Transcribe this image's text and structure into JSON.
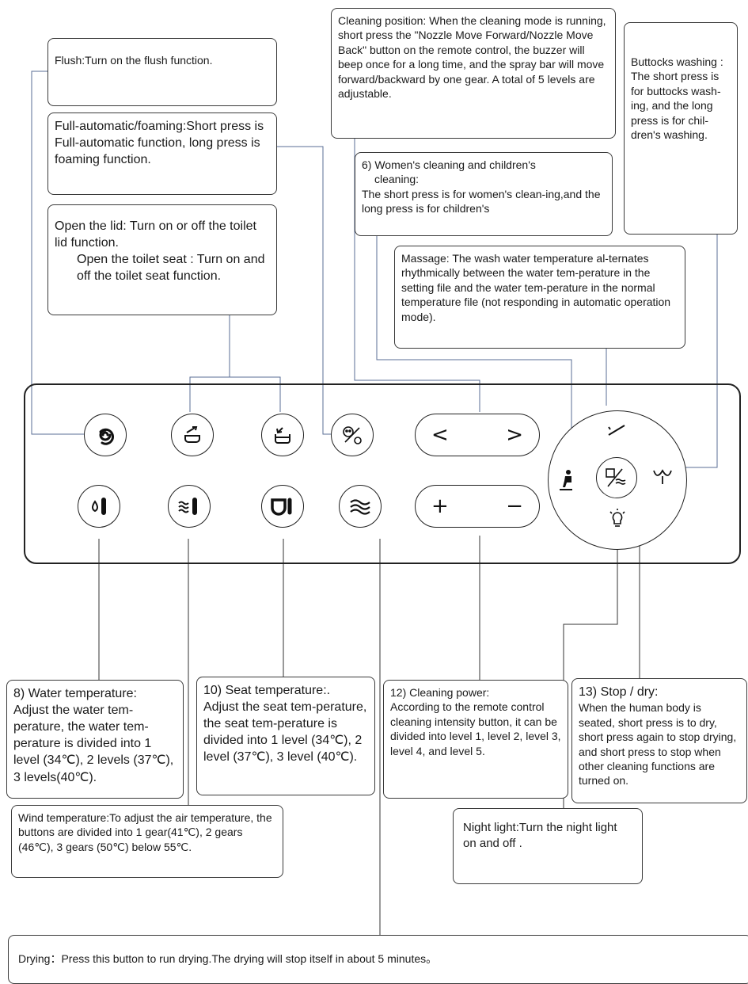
{
  "callouts": {
    "flush": "Flush:Turn on the flush function.",
    "full_auto": "Full-automatic/foaming:Short press is Full-automatic function, long press is foaming function.",
    "open_lid": "Open the lid:  Turn on or off the toilet lid function.",
    "open_seat": "Open the toilet seat :  Turn on and off the toilet seat function.",
    "cleaning_position": "Cleaning position:  When the cleaning mode is running, short press the \"Nozzle Move Forward/Nozzle Move Back\" button on the remote control, the buzzer will beep once for a long time, and the spray bar will move forward/backward by one gear. A total of 5 levels are adjustable.",
    "women_title": "6)  Women's cleaning and children's",
    "women_title2": "cleaning:",
    "women_body": "The short press is for women's clean-ing,and the long press is for children's",
    "buttocks": "Buttocks washing : The short press is for buttocks wash-ing, and the long press is for chil-dren's washing.",
    "massage": "Massage: The wash water temperature al-ternates rhythmically between the water tem-perature in the setting file and the water tem-perature in the normal temperature file (not responding in automatic operation mode).",
    "water_temp_title": "8) Water temperature:",
    "water_temp_body": "Adjust the water tem-perature, the water tem-perature is divided into 1 level (34℃), 2 levels (37℃), 3 levels(40℃).",
    "seat_temp_title": "10) Seat temperature:.",
    "seat_temp_body": "Adjust the seat tem-perature, the seat tem-perature is divided into 1 level (34℃), 2 level (37℃), 3 level (40℃).",
    "cleaning_power_title": "12) Cleaning power:",
    "cleaning_power_body": "According to the remote control cleaning intensity button, it can be divided into level 1, level 2, level 3, level 4, and level 5.",
    "stop_dry_title": "13) Stop / dry:",
    "stop_dry_body": "When the human body is seated, short press is to dry, short press again to stop drying, and short press to stop when other cleaning functions are turned on.",
    "wind_temp": "Wind temperature:To adjust the air temperature, the buttons are divided into 1 gear(41℃), 2 gears (46℃), 3 gears (50℃) below 55℃.",
    "night_light": "Night light:Turn the night light on and off .",
    "drying": "Drying：Press this button to run drying.The drying will stop itself in about 5 minutes。"
  },
  "panel": {
    "nozzle_back": "<",
    "nozzle_forward": ">",
    "power_plus": "+",
    "power_minus": "−"
  },
  "icons": [
    "flush-icon",
    "open-lid-icon",
    "open-seat-icon",
    "full-auto-icon",
    "water-temp-icon",
    "wind-temp-icon",
    "seat-temp-icon",
    "drying-icon",
    "women-wash-icon",
    "massage-icon",
    "buttocks-wash-icon",
    "stop-dry-icon",
    "night-light-icon"
  ]
}
